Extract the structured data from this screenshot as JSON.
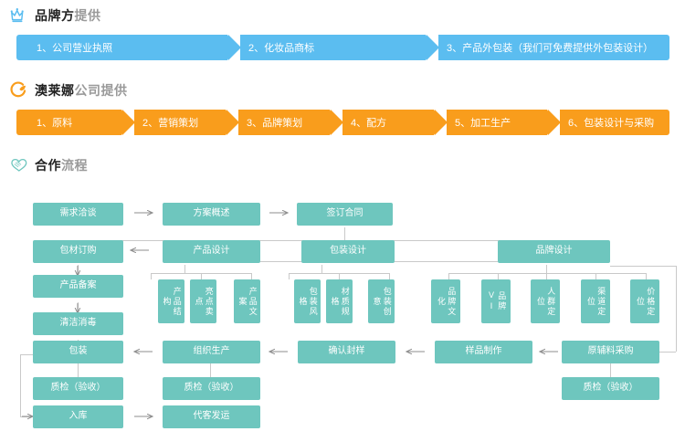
{
  "sections": [
    {
      "id": "brand-side",
      "icon": "crown-icon",
      "icon_color": "#5bbdf0",
      "title_strong": "品牌方",
      "title_dim": "提供",
      "accent": "#5bbdf0",
      "steps": [
        "1、公司营业执照",
        "2、化妆品商标",
        "3、产品外包装（我们可免费提供外包装设计）"
      ]
    },
    {
      "id": "company-side",
      "icon": "leaf-circle-icon",
      "icon_color": "#f99d1c",
      "title_strong": "澳莱娜",
      "title_dim": "公司提供",
      "accent": "#f99d1c",
      "steps": [
        "1、原料",
        "2、营销策划",
        "3、品牌策划",
        "4、配方",
        "5、加工生产",
        "6、包装设计与采购"
      ]
    },
    {
      "id": "cooperation-flow",
      "icon": "handshake-icon",
      "icon_color": "#6ec6be",
      "title_strong": "合作",
      "title_dim": "流程"
    }
  ],
  "flow": {
    "node_color": "#6ec6be",
    "line_color": "#c9c9c9",
    "nodes": {
      "xuqiu": "需求洽谈",
      "fangan": "方案概述",
      "qianding": "签订合同",
      "baocai": "包材订购",
      "chanpin_sheji": "产品设计",
      "baozhuang_sheji": "包装设计",
      "pinpai_sheji": "品牌设计",
      "chanpin_beian": "产品备案",
      "qingjie": "清洁消毒",
      "baozhuang": "包装",
      "zhijian1": "质检（验收）",
      "ruku": "入库",
      "zuzhi": "组织生产",
      "zhijian2": "质检（验收）",
      "daike": "代客发运",
      "queren": "确认封样",
      "yangpin": "样品制作",
      "yuanfuliao": "原辅料采购",
      "zhijian3": "质检（验收）",
      "cp_jiegou": "产品结构",
      "cp_liangdian": "亮点卖点",
      "cp_wenan": "产品文案",
      "bz_fengge": "包装风格",
      "bz_guige": "材质规格",
      "bz_chuangyi": "包装创意",
      "pp_wenhua": "品牌文化",
      "pp_vi": "品牌VI",
      "pp_renqun": "人群定位",
      "pp_qudao": "渠道定位",
      "pp_jiage": "价格定位"
    }
  }
}
